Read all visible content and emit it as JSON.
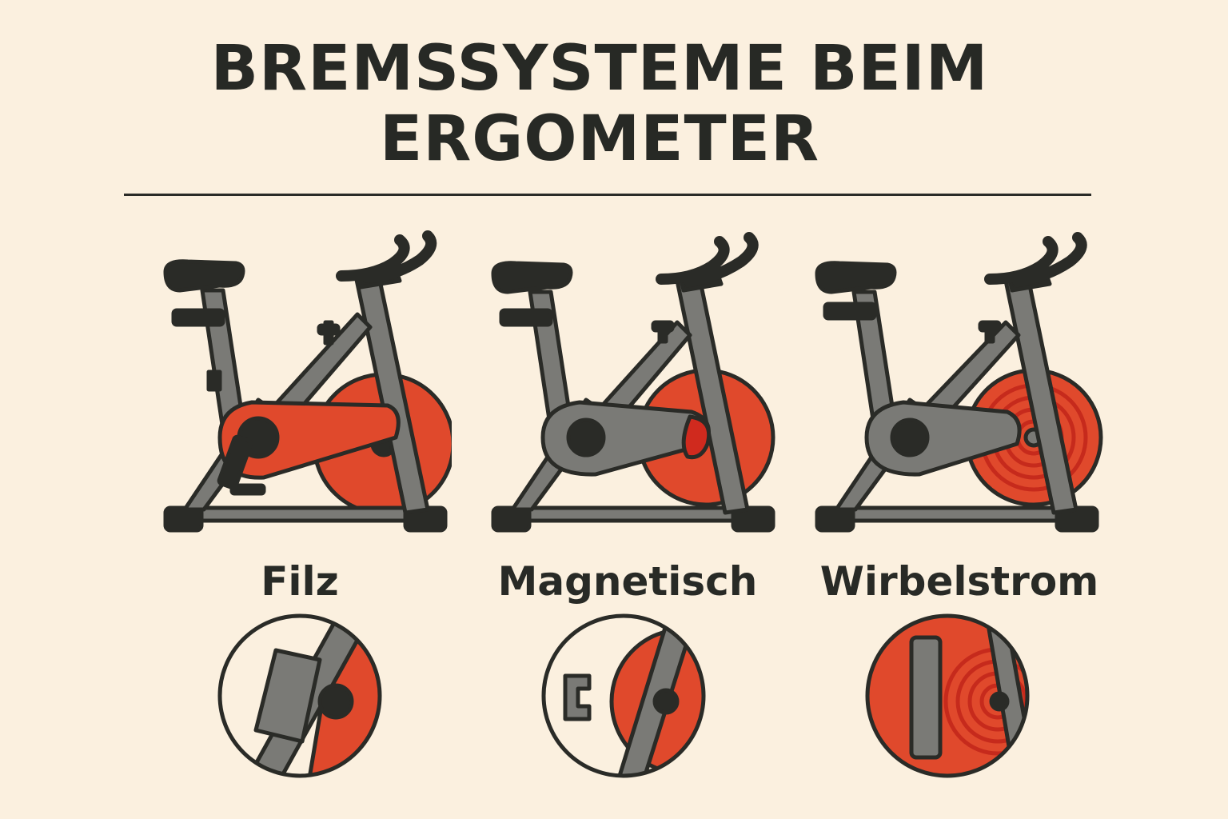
{
  "title": {
    "line1": "BREMSSYSTEME BEIM",
    "line2": "ERGOMETER"
  },
  "colors": {
    "background": "#fbf0df",
    "frame_gray": "#7a7a76",
    "dark": "#2a2b27",
    "brake_red": "#e0492c",
    "magnet_red": "#d02a1e"
  },
  "systems": [
    {
      "label": "Filz",
      "bike_icon": "spin-bike-felt-brake-icon",
      "detail_icon": "felt-pad-brake-detail-icon"
    },
    {
      "label": "Magnetisch",
      "bike_icon": "spin-bike-magnetic-brake-icon",
      "detail_icon": "magnet-brake-detail-icon"
    },
    {
      "label": "Wirbelstrom",
      "bike_icon": "spin-bike-eddy-current-brake-icon",
      "detail_icon": "eddy-current-brake-detail-icon"
    }
  ]
}
